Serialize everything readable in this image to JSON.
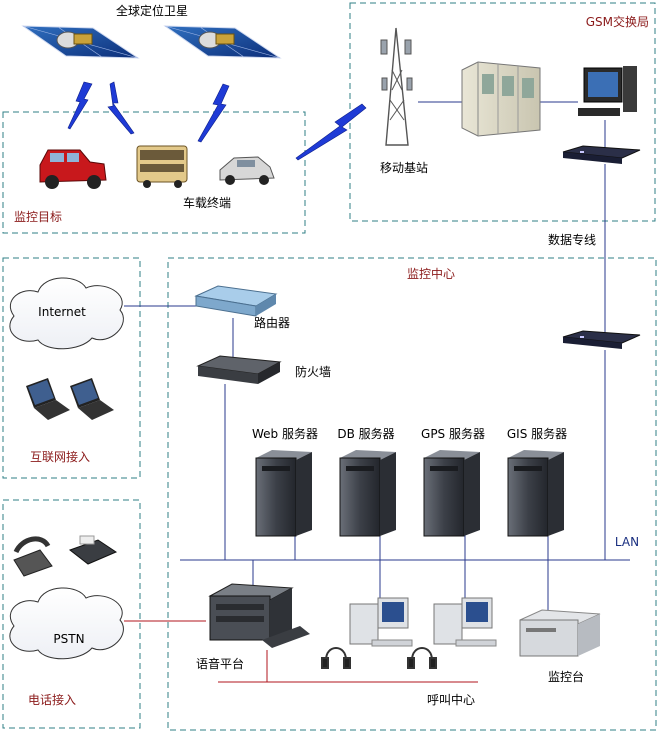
{
  "labels": {
    "satellite": "全球定位卫星",
    "gsm_exchange": "GSM交换局",
    "base_station": "移动基站",
    "vehicle_terminal": "车载终端",
    "monitor_target": "监控目标",
    "data_line": "数据专线",
    "monitor_center": "监控中心",
    "internet": "Internet",
    "router": "路由器",
    "firewall": "防火墙",
    "internet_access": "互联网接入",
    "web_server": "Web 服务器",
    "db_server": "DB 服务器",
    "gps_server": "GPS 服务器",
    "gis_server": "GIS 服务器",
    "lan": "LAN",
    "pstn": "PSTN",
    "voice_platform": "语音平台",
    "call_center": "呼叫中心",
    "monitor_desk": "监控台",
    "phone_access": "电话接入"
  },
  "colors": {
    "box_border": "#2f7f86",
    "network_line": "#2a3a8c",
    "phone_line": "#b0161e",
    "zone_label": "#8b1a1a",
    "lightning": "#1f3bd6"
  }
}
